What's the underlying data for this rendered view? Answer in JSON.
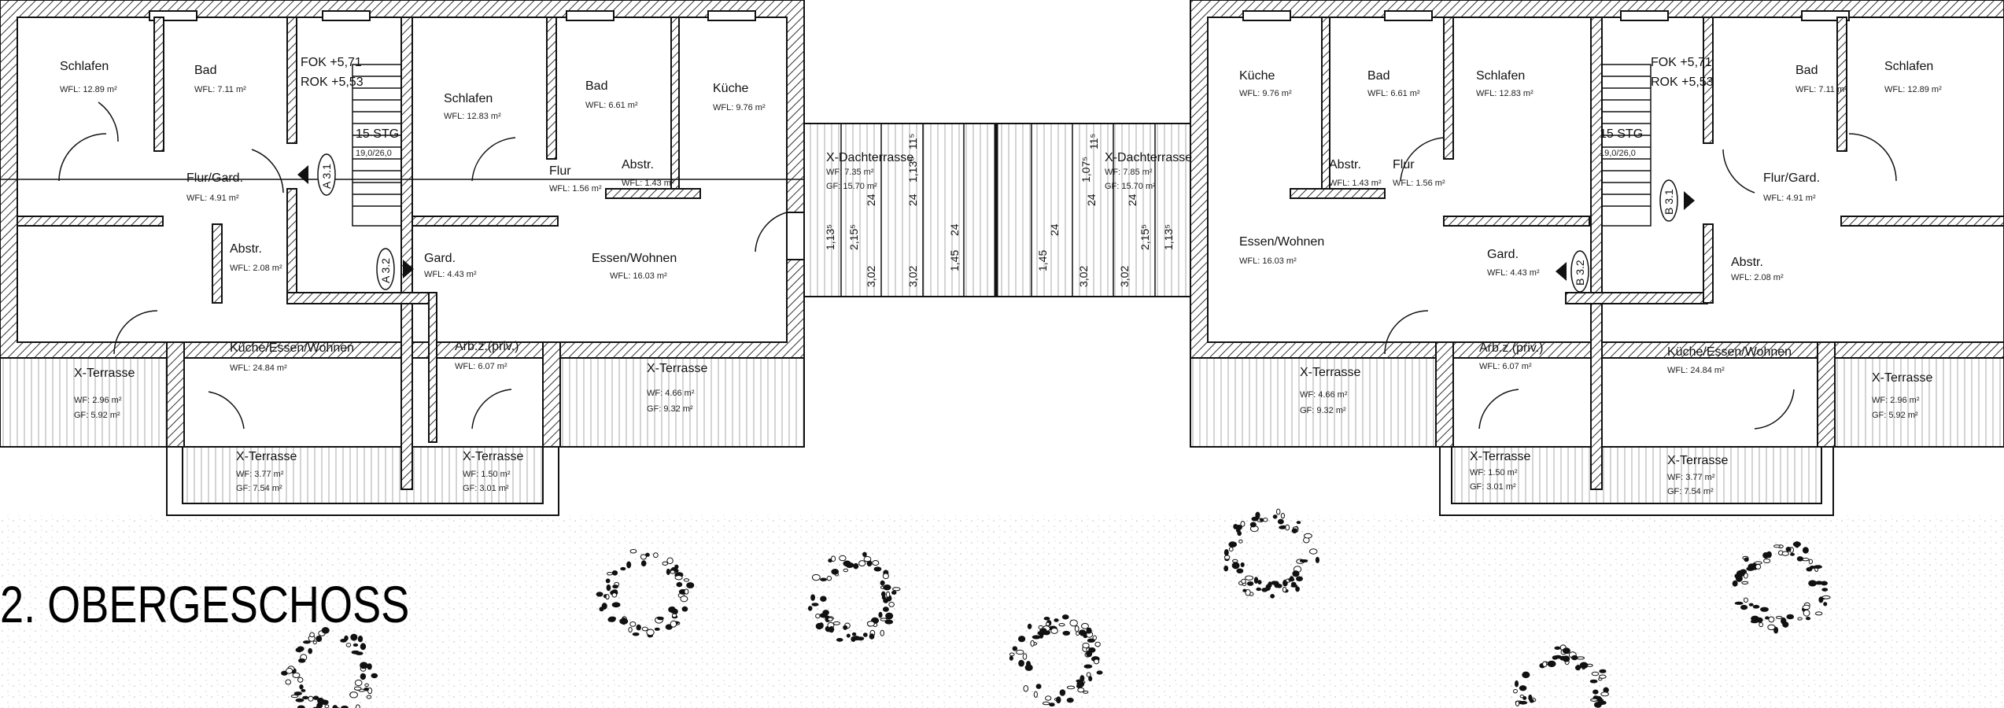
{
  "title": "2. OBERGESCHOSS",
  "colors": {
    "wall": "#111111",
    "hatch": "#333333",
    "terrace_lines": "#999999",
    "ground_dots": "#bbbbbb"
  },
  "left_unit": {
    "rooms": [
      {
        "name": "Schlafen",
        "area": "WFL: 12.89 m²"
      },
      {
        "name": "Bad",
        "area": "WFL: 7.11 m²"
      },
      {
        "name": "Schlafen",
        "area": "WFL: 12.83 m²"
      },
      {
        "name": "Bad",
        "area": "WFL: 6.61 m²"
      },
      {
        "name": "Küche",
        "area": "WFL: 9.76 m²"
      },
      {
        "name": "Flur/Gard.",
        "area": "WFL: 4.91 m²"
      },
      {
        "name": "Flur",
        "area": "WFL: 1.56 m²"
      },
      {
        "name": "Abstr.",
        "area": "WFL: 1.43 m²"
      },
      {
        "name": "Abstr.",
        "area": "WFL: 2.08 m²"
      },
      {
        "name": "Gard.",
        "area": "WFL: 4.43 m²"
      },
      {
        "name": "Essen/Wohnen",
        "area": "WFL: 16.03 m²"
      },
      {
        "name": "Küche/Essen/Wohnen",
        "area": "WFL: 24.84 m²"
      },
      {
        "name": "Arb.z.(priv.)",
        "area": "WFL: 6.07 m²"
      }
    ],
    "terraces": [
      {
        "name": "X-Terrasse",
        "wf": "WF: 2.96 m²",
        "gf": "GF: 5.92 m²"
      },
      {
        "name": "X-Terrasse",
        "wf": "WF: 4.66 m²",
        "gf": "GF: 9.32 m²"
      },
      {
        "name": "X-Terrasse",
        "wf": "WF: 3.77 m²",
        "gf": "GF: 7.54 m²"
      },
      {
        "name": "X-Terrasse",
        "wf": "WF: 1.50 m²",
        "gf": "GF: 3.01 m²"
      }
    ],
    "stair": {
      "fok": "FOK +5,71",
      "rok": "ROK +5,53",
      "steps": "15 STG",
      "ratio": "19,0/26,0"
    },
    "sections": [
      "A 3.1",
      "A 3.2"
    ]
  },
  "roof_terraces": [
    {
      "name": "X-Dachterrasse",
      "wf": "WF: 7.35 m²",
      "gf": "GF: 15.70 m²"
    },
    {
      "name": "X-Dachterrasse",
      "wf": "WF: 7.85 m²",
      "gf": "GF: 15.70 m²"
    }
  ],
  "dimensions": {
    "left": [
      "1,13⁵",
      "2,15⁵",
      "3,02",
      "24",
      "3,02",
      "24",
      "1,13⁵",
      "11⁵",
      "1,45",
      "24"
    ],
    "right": [
      "24",
      "1,45",
      "1,07⁵",
      "11⁵",
      "24",
      "3,02",
      "24",
      "3,02",
      "2,15⁵",
      "1,13⁵"
    ]
  },
  "right_unit": {
    "rooms": [
      {
        "name": "Küche",
        "area": "WFL: 9.76 m²"
      },
      {
        "name": "Bad",
        "area": "WFL: 6.61 m²"
      },
      {
        "name": "Schlafen",
        "area": "WFL: 12.83 m²"
      },
      {
        "name": "Bad",
        "area": "WFL: 7.11 m²"
      },
      {
        "name": "Schlafen",
        "area": "WFL: 12.89 m²"
      },
      {
        "name": "Abstr.",
        "area": "WFL: 1.43 m²"
      },
      {
        "name": "Flur",
        "area": "WFL: 1.56 m²"
      },
      {
        "name": "Flur/Gard.",
        "area": "WFL: 4.91 m²"
      },
      {
        "name": "Essen/Wohnen",
        "area": "WFL: 16.03 m²"
      },
      {
        "name": "Gard.",
        "area": "WFL: 4.43 m²"
      },
      {
        "name": "Abstr.",
        "area": "WFL: 2.08 m²"
      },
      {
        "name": "Arb.z.(priv.)",
        "area": "WFL: 6.07 m²"
      },
      {
        "name": "Küche/Essen/Wohnen",
        "area": "WFL: 24.84 m²"
      }
    ],
    "terraces": [
      {
        "name": "X-Terrasse",
        "wf": "WF: 4.66 m²",
        "gf": "GF: 9.32 m²"
      },
      {
        "name": "X-Terrasse",
        "wf": "WF: 2.96 m²",
        "gf": "GF: 5.92 m²"
      },
      {
        "name": "X-Terrasse",
        "wf": "WF: 1.50 m²",
        "gf": "GF: 3.01 m²"
      },
      {
        "name": "X-Terrasse",
        "wf": "WF: 3.77 m²",
        "gf": "GF: 7.54 m²"
      }
    ],
    "stair": {
      "fok": "FOK +5,71",
      "rok": "ROK +5,53",
      "steps": "15 STG",
      "ratio": "19,0/26,0"
    },
    "sections": [
      "B 3.1",
      "B 3.2"
    ]
  }
}
